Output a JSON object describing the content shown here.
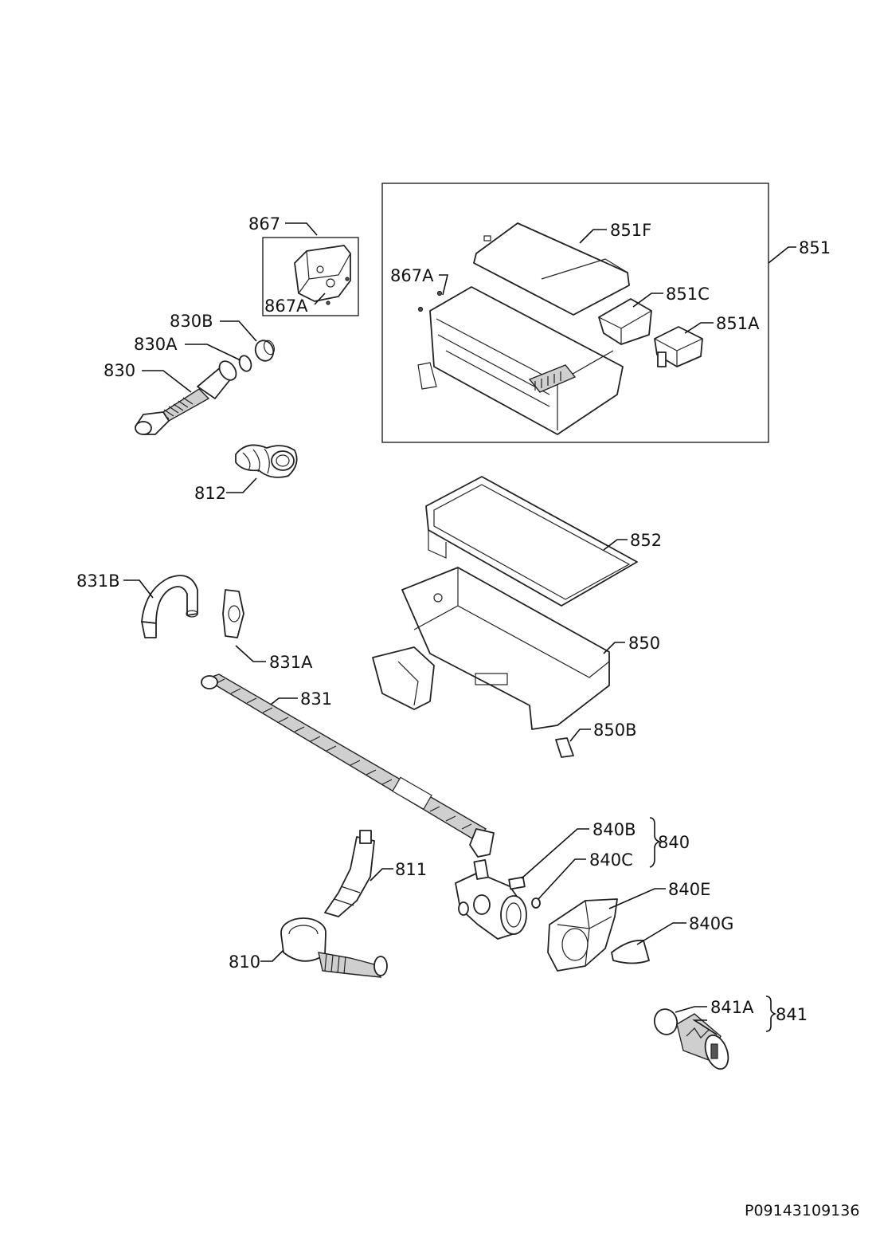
{
  "diagram": {
    "code": "P09143109136",
    "labels": {
      "l867": "867",
      "l867A_small": "867A",
      "l830B": "830B",
      "l830A": "830A",
      "l830": "830",
      "l812": "812",
      "l831B": "831B",
      "l831A": "831A",
      "l831": "831",
      "l811": "811",
      "l810": "810",
      "l867A": "867A",
      "l851F": "851F",
      "l851": "851",
      "l851C": "851C",
      "l851A": "851A",
      "l852": "852",
      "l850": "850",
      "l850B": "850B",
      "l840B": "840B",
      "l840C": "840C",
      "l840": "840",
      "l840E": "840E",
      "l840G": "840G",
      "l841A": "841A",
      "l841": "841"
    }
  }
}
